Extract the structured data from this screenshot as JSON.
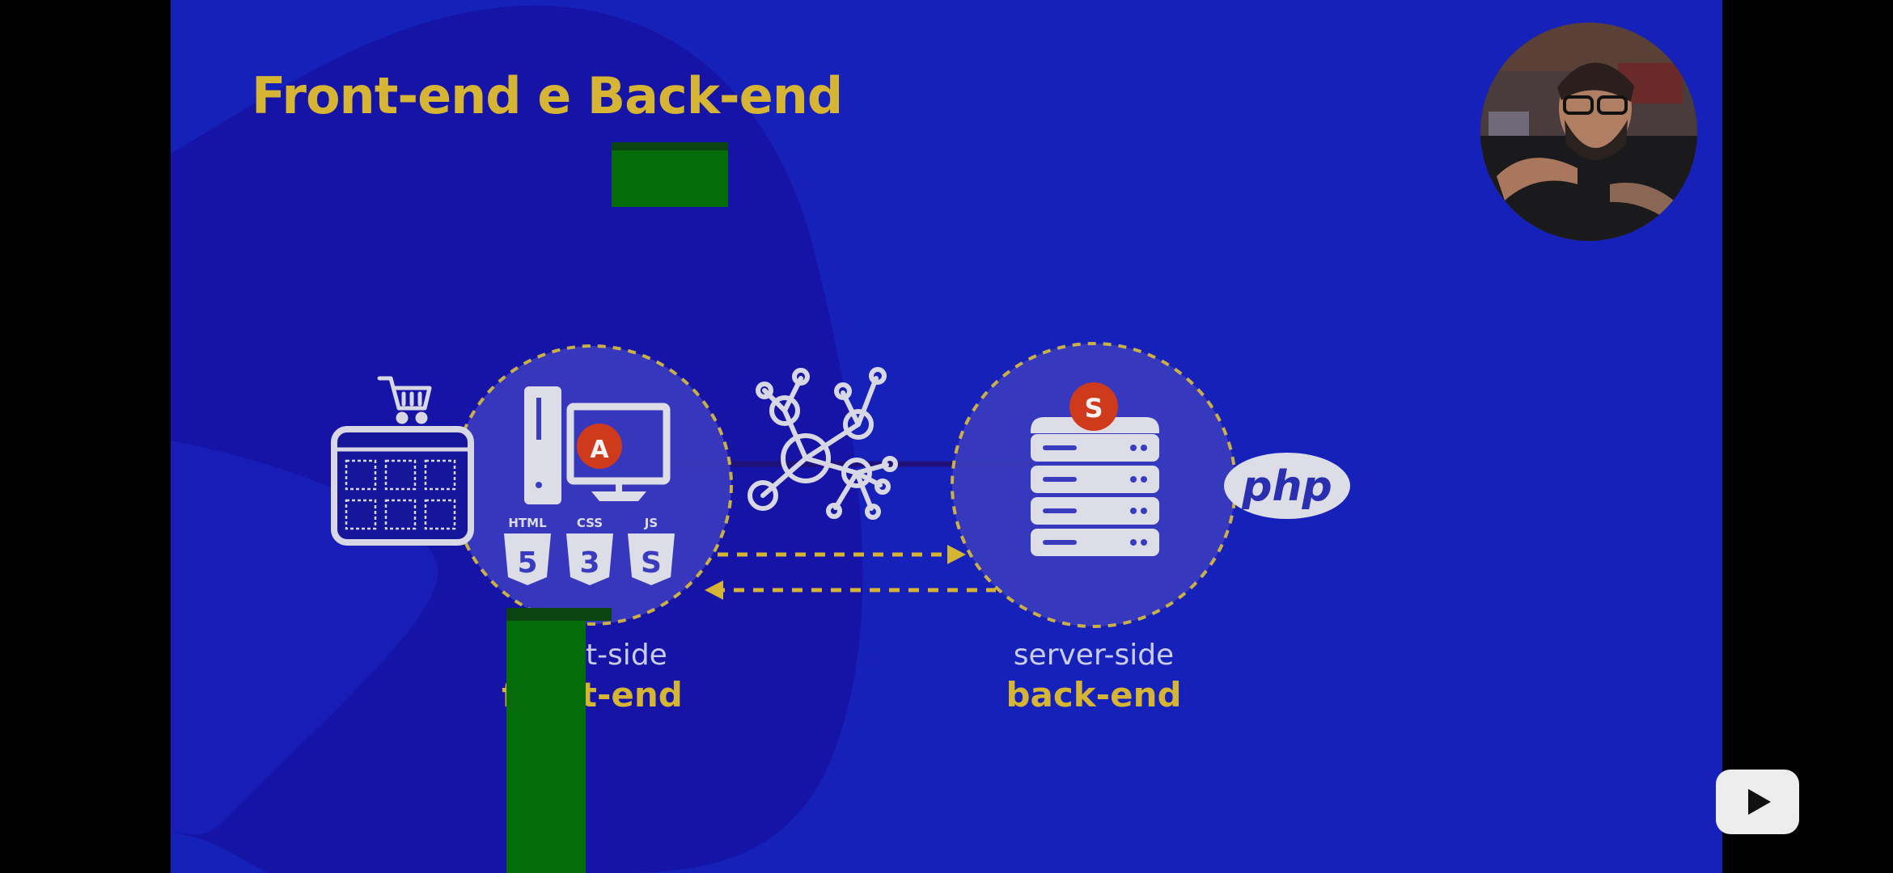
{
  "slide": {
    "title": "Front-end e Back-end",
    "background_color": "#1521b8",
    "accent_color": "#d5b533"
  },
  "client": {
    "subtitle": "client-side",
    "label": "front-end",
    "tech_labels": [
      "HTML",
      "CSS",
      "JS"
    ],
    "framework_badge": "A"
  },
  "server": {
    "subtitle": "server-side",
    "label": "back-end",
    "badge": "S",
    "language_logo": "php"
  },
  "icons": {
    "cart": "shopping-cart-icon",
    "storefront": "storefront-grid-icon",
    "computer": "desktop-computer-icon",
    "network": "network-hub-icon",
    "server": "server-rack-icon",
    "php": "php-logo-icon",
    "play": "play-icon"
  }
}
